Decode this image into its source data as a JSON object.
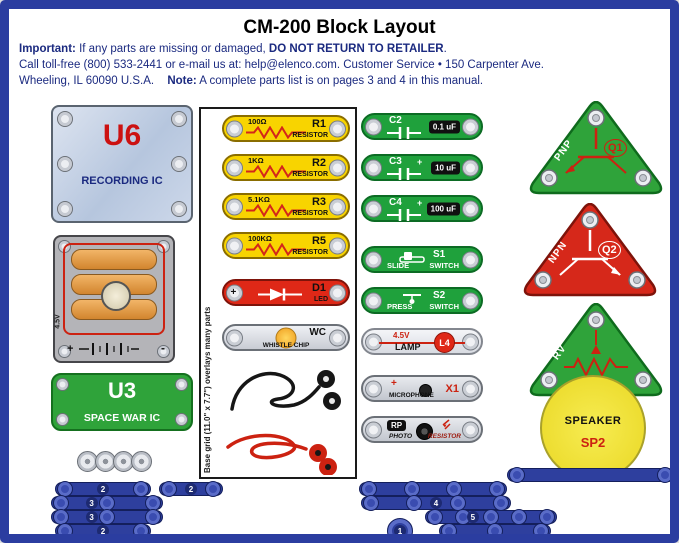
{
  "header": {
    "title": "CM-200 Block Layout",
    "important_label": "Important:",
    "important_text": "If any parts are missing or damaged,",
    "important_bold": "DO NOT RETURN TO RETAILER",
    "period": ".",
    "contact_line": "Call toll-free (800) 533-2441 or e-mail us at: help@elenco.com. Customer Service • 150 Carpenter Ave.",
    "address": "Wheeling, IL  60090  U.S.A.",
    "note_label": "Note:",
    "note_text": "A complete parts list is on pages 3 and 4 in this manual."
  },
  "left": {
    "u6": {
      "id": "U6",
      "name": "RECORDING IC"
    },
    "battery": {
      "voltage": "4.5V",
      "plus": "+",
      "minus": "-"
    },
    "u3": {
      "id": "U3",
      "name": "SPACE WAR IC"
    }
  },
  "middle": {
    "grid_note": "Base grid (11.0\" x 7.7\") overlays many parts",
    "resistors": [
      {
        "id": "R1",
        "value": "100Ω",
        "type": "RESISTOR"
      },
      {
        "id": "R2",
        "value": "1KΩ",
        "type": "RESISTOR"
      },
      {
        "id": "R3",
        "value": "5.1KΩ",
        "type": "RESISTOR"
      },
      {
        "id": "R5",
        "value": "100KΩ",
        "type": "RESISTOR"
      }
    ],
    "led": {
      "id": "D1",
      "type": "LED",
      "plus": "+"
    },
    "whistle_chip": {
      "id": "WC",
      "type": "WHISTLE CHIP"
    }
  },
  "rmid": {
    "capacitors": [
      {
        "id": "C2",
        "value": "0.1 uF",
        "plus": ""
      },
      {
        "id": "C3",
        "value": "10 uF",
        "plus": "+"
      },
      {
        "id": "C4",
        "value": "100 uF",
        "plus": "+"
      }
    ],
    "switches": [
      {
        "id": "S1",
        "action": "SLIDE",
        "type": "SWITCH"
      },
      {
        "id": "S2",
        "action": "PRESS",
        "type": "SWITCH"
      }
    ],
    "lamp": {
      "id": "L4",
      "voltage": "4.5V",
      "type": "LAMP"
    },
    "microphone": {
      "id": "X1",
      "type": "MICROPHONE",
      "plus": "+"
    },
    "photo_resistor": {
      "id": "RP",
      "type1": "PHOTO",
      "type2": "RESISTOR"
    }
  },
  "right": {
    "q1": {
      "id": "Q1",
      "kind": "PNP"
    },
    "q2": {
      "id": "Q2",
      "kind": "NPN"
    },
    "rv": {
      "id": "RV"
    },
    "speaker": {
      "id": "SP2",
      "name": "SPEAKER"
    }
  },
  "wires": {
    "left_stack": [
      "2",
      "3",
      "3",
      "2"
    ],
    "middle": [
      "2"
    ],
    "right": [
      "4",
      "5"
    ],
    "single": "1"
  },
  "colors": {
    "frame_blue": "#2b3da0",
    "text_navy": "#1b2a80",
    "resistor_yellow": "#f8d400",
    "part_green": "#1fa13c",
    "part_red": "#df2817",
    "wire_blue": "#2e3f9e",
    "speaker_yellow": "#f2e23a"
  }
}
